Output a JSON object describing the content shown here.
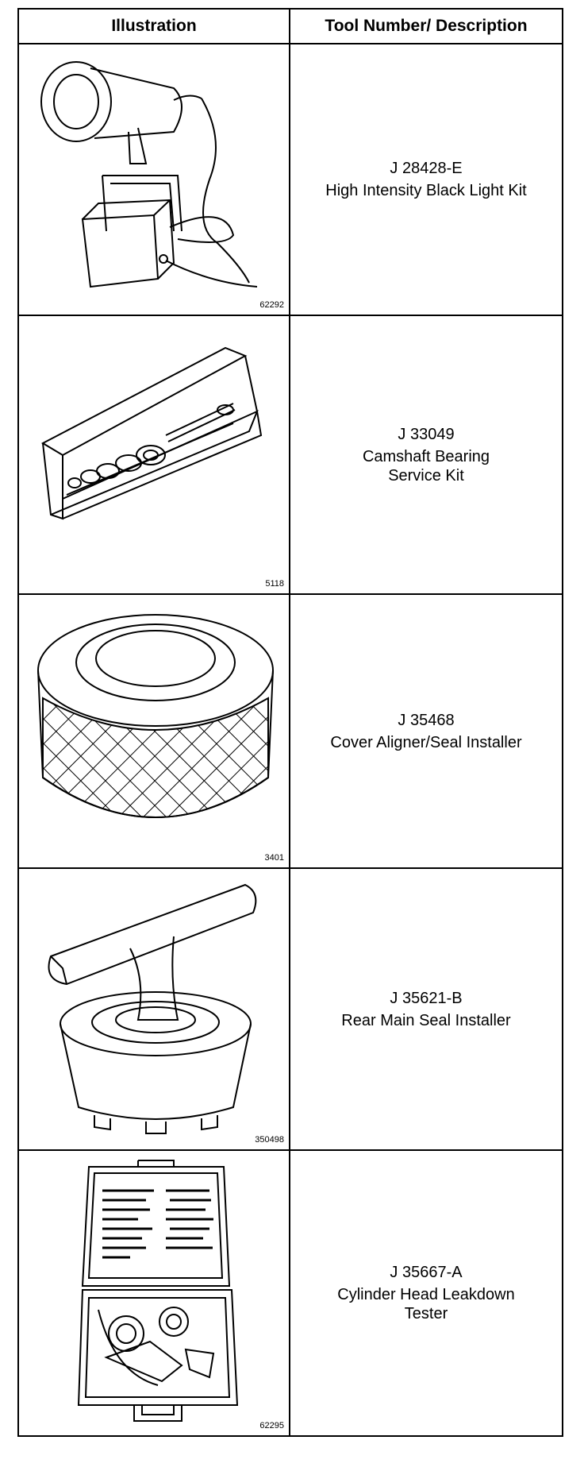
{
  "table": {
    "headers": [
      "Illustration",
      "Tool Number/ Description"
    ],
    "rows": [
      {
        "number": "J 28428-E",
        "description": "High Intensity Black Light Kit",
        "figure": "62292",
        "icon": "black-light-kit-icon"
      },
      {
        "number": "J 33049",
        "description": "Camshaft Bearing\nService Kit",
        "figure": "5118",
        "icon": "bearing-service-kit-icon"
      },
      {
        "number": "J 35468",
        "description": "Cover Aligner/Seal Installer",
        "figure": "3401",
        "icon": "seal-installer-icon"
      },
      {
        "number": "J 35621-B",
        "description": "Rear Main Seal Installer",
        "figure": "350498",
        "icon": "rear-main-seal-installer-icon"
      },
      {
        "number": "J 35667-A",
        "description": "Cylinder Head Leakdown\nTester",
        "figure": "62295",
        "icon": "leakdown-tester-case-icon"
      }
    ]
  }
}
